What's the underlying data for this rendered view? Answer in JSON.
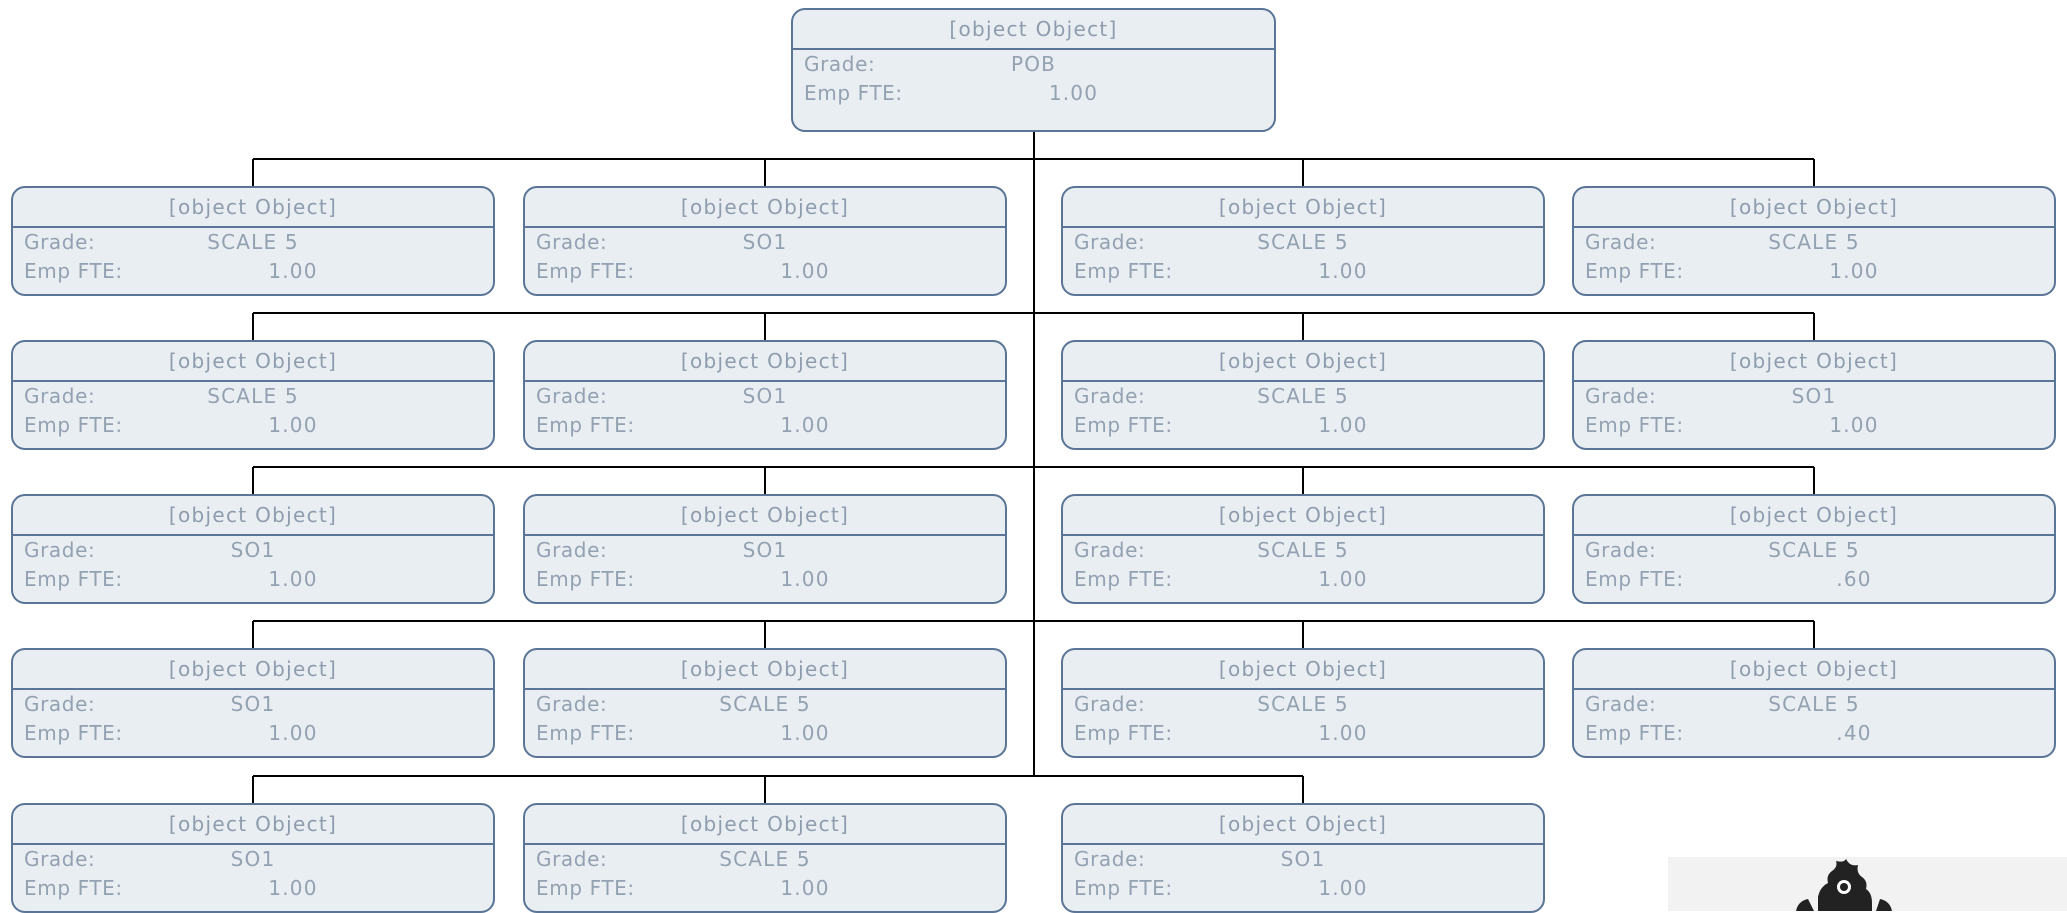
{
  "org_chart": {
    "labels": {
      "grade": "Grade:",
      "fte": "Emp FTE:"
    },
    "root": {
      "title": "TEAM LEADER - TENANCY MANAGER",
      "grade": "POB",
      "fte": "1.00"
    },
    "rows": [
      [
        {
          "title": "SCHEME MANAGER/VISITING OFFICER",
          "grade": "SCALE 5",
          "fte": "1.00"
        },
        {
          "title": "TENANCY MANAGEMENT OFFICER",
          "grade": "SO1",
          "fte": "1.00"
        },
        {
          "title": "VIEWING OFFICER (NORTH)",
          "grade": "SCALE 5",
          "fte": "1.00"
        },
        {
          "title": "SCHEME MANAGER/VISITING OFFICER",
          "grade": "SCALE 5",
          "fte": "1.00"
        }
      ],
      [
        {
          "title": "SCHEME MANAGER/VISITING OFFICER",
          "grade": "SCALE 5",
          "fte": "1.00"
        },
        {
          "title": "TENANCY MANAGEMENT OFFICER",
          "grade": "SO1",
          "fte": "1.00"
        },
        {
          "title": "SCHEME MANAGER/VISITING OFFICER",
          "grade": "SCALE 5",
          "fte": "1.00"
        },
        {
          "title": "TENANCY MANAGEMENT OFFICER",
          "grade": "SO1",
          "fte": "1.00"
        }
      ],
      [
        {
          "title": "TENANCY MANAGEMENT OFFICER",
          "grade": "SO1",
          "fte": "1.00"
        },
        {
          "title": "TRAVELLERS SITE OFFICER",
          "grade": "SO1",
          "fte": "1.00"
        },
        {
          "title": "VIEWING OFFICER (SOUTH)",
          "grade": "SCALE 5",
          "fte": "1.00"
        },
        {
          "title": "SCHEME MANAGER/VISITING OFFICER",
          "grade": "SCALE 5",
          "fte": ".60"
        }
      ],
      [
        {
          "title": "TENANCY MANAGEMENT OFFICER",
          "grade": "SO1",
          "fte": "1.00"
        },
        {
          "title": "SCHEME MANAGER/VISITING OFFICER",
          "grade": "SCALE 5",
          "fte": "1.00"
        },
        {
          "title": "SCHEME MANAGER",
          "grade": "SCALE 5",
          "fte": "1.00"
        },
        {
          "title": "SCHEME MANAGER/VISITING OFFICER",
          "grade": "SCALE 5",
          "fte": ".40"
        }
      ],
      [
        {
          "title": "TENANCY MANAGEMENT OFFICER",
          "grade": "SO1",
          "fte": "1.00"
        },
        {
          "title": "SCHEME MANAGER/VISITING OFFICER",
          "grade": "SCALE 5",
          "fte": "1.00"
        },
        {
          "title": "TENANCY MANAGEMENT OFFICER",
          "grade": "SO1",
          "fte": "1.00"
        }
      ]
    ]
  },
  "logo": {
    "icon": "crest-icon"
  }
}
